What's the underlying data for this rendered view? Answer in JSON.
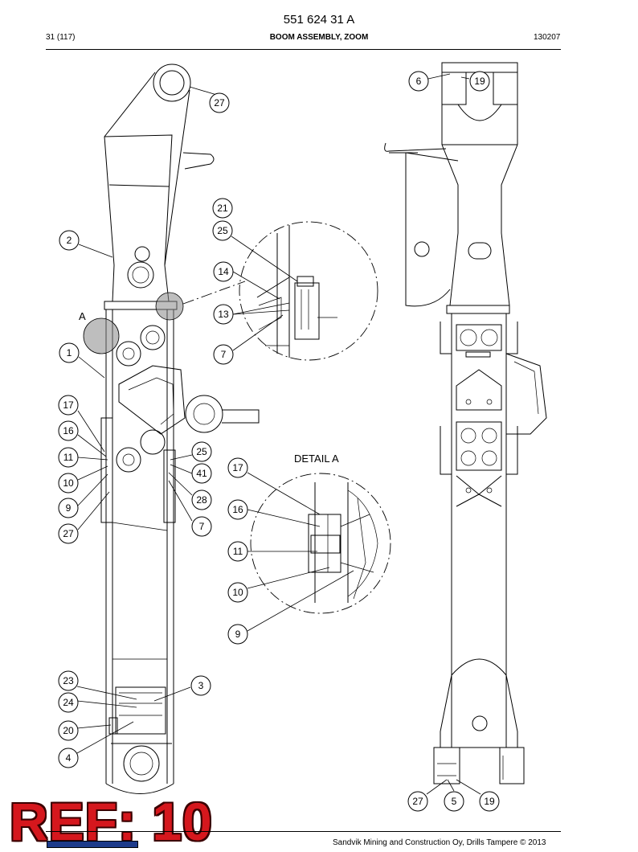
{
  "header": {
    "doc_number": "551 624 31 A",
    "page_ref": "31 (117)",
    "title": "BOOM ASSEMBLY, ZOOM",
    "date_code": "130207"
  },
  "drawing": {
    "view_label_a": "A",
    "detail_label": "DETAIL A",
    "callouts_left_view": [
      "27",
      "2",
      "1",
      "17",
      "16",
      "11",
      "10",
      "9",
      "27",
      "25",
      "41",
      "28",
      "7",
      "23",
      "24",
      "20",
      "4",
      "3"
    ],
    "callouts_section_view": [
      "21",
      "25",
      "14",
      "13",
      "7"
    ],
    "callouts_detail_a": [
      "17",
      "16",
      "11",
      "10",
      "9"
    ],
    "callouts_right_view": [
      "6",
      "19",
      "27",
      "5",
      "19"
    ]
  },
  "footer": {
    "copyright": "Sandvik Mining and Construction Oy, Drills Tampere © 2013"
  },
  "stamp": {
    "text": "REF: 10",
    "color": "#d5171d"
  },
  "colors": {
    "line": "#000000",
    "shade": "#888888",
    "logo": "#1d3b8a"
  }
}
